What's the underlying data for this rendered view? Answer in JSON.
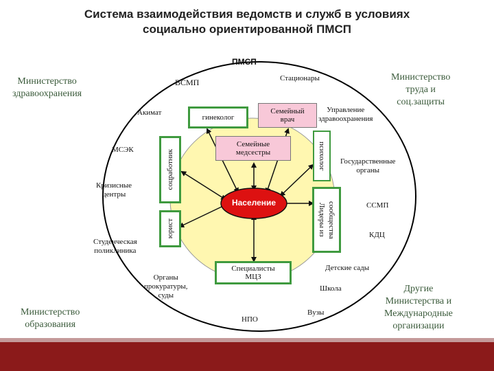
{
  "title": {
    "line1": "Система взаимодействия ведомств и служб в условиях",
    "line2": "социально ориентированной ПМСП"
  },
  "corners": {
    "top_left": [
      "Министерство",
      "здравоохранения"
    ],
    "top_right": [
      "Министерство",
      "труда и",
      "соц.защиты"
    ],
    "bottom_left": [
      "Министерство",
      "образования"
    ],
    "bottom_right": [
      "Другие",
      "Министерства и",
      "Международные",
      "организации"
    ]
  },
  "outer_labels": {
    "pmsp": "ПМСП",
    "vsmp": "ВСМП",
    "stacionary": "Стационары",
    "akimat": "Акимат",
    "upravlenie_1": "Управление",
    "upravlenie_2": "здравоохранения",
    "msek": "МСЭК",
    "gos_organy_1": "Государственные",
    "gos_organy_2": "органы",
    "krizisnye_1": "Кризисные",
    "krizisnye_2": "центры",
    "ssmp": "ССМП",
    "kdc": "КДЦ",
    "student_1": "Студенческая",
    "student_2": "поликлиника",
    "detskie_sady": "Детские сады",
    "prokuratura_1": "Органы",
    "prokuratura_2": "прокуратуры,",
    "prokuratura_3": "суды",
    "shkola": "Школа",
    "vuzy": "Вузы",
    "npo": "НПО"
  },
  "inner_boxes": {
    "ginekolog": "гинеколог",
    "semeyny_vrach_1": "Семейный",
    "semeyny_vrach_2": "врач",
    "semeynye_medsestry_1": "Семейные",
    "semeynye_medsestry_2": "медсестры",
    "psiholog": "психолог",
    "socrabotnik": "соцработник",
    "yurist": "юрист",
    "lidery_1": "Лидеры из",
    "lidery_2": "сообщества",
    "specialisty_1": "Специалисты",
    "specialisty_2": "МЦЗ",
    "naselenie": "Население"
  },
  "colors": {
    "outer_ring": "#000000",
    "inner_fill": "#fff7b0",
    "center_fill": "#dd1111",
    "box_pink": "#f8c8d8",
    "box_green_border": "#3f9a3f",
    "corner_text": "#3a5a3a",
    "footer": "#8b1a1a"
  }
}
